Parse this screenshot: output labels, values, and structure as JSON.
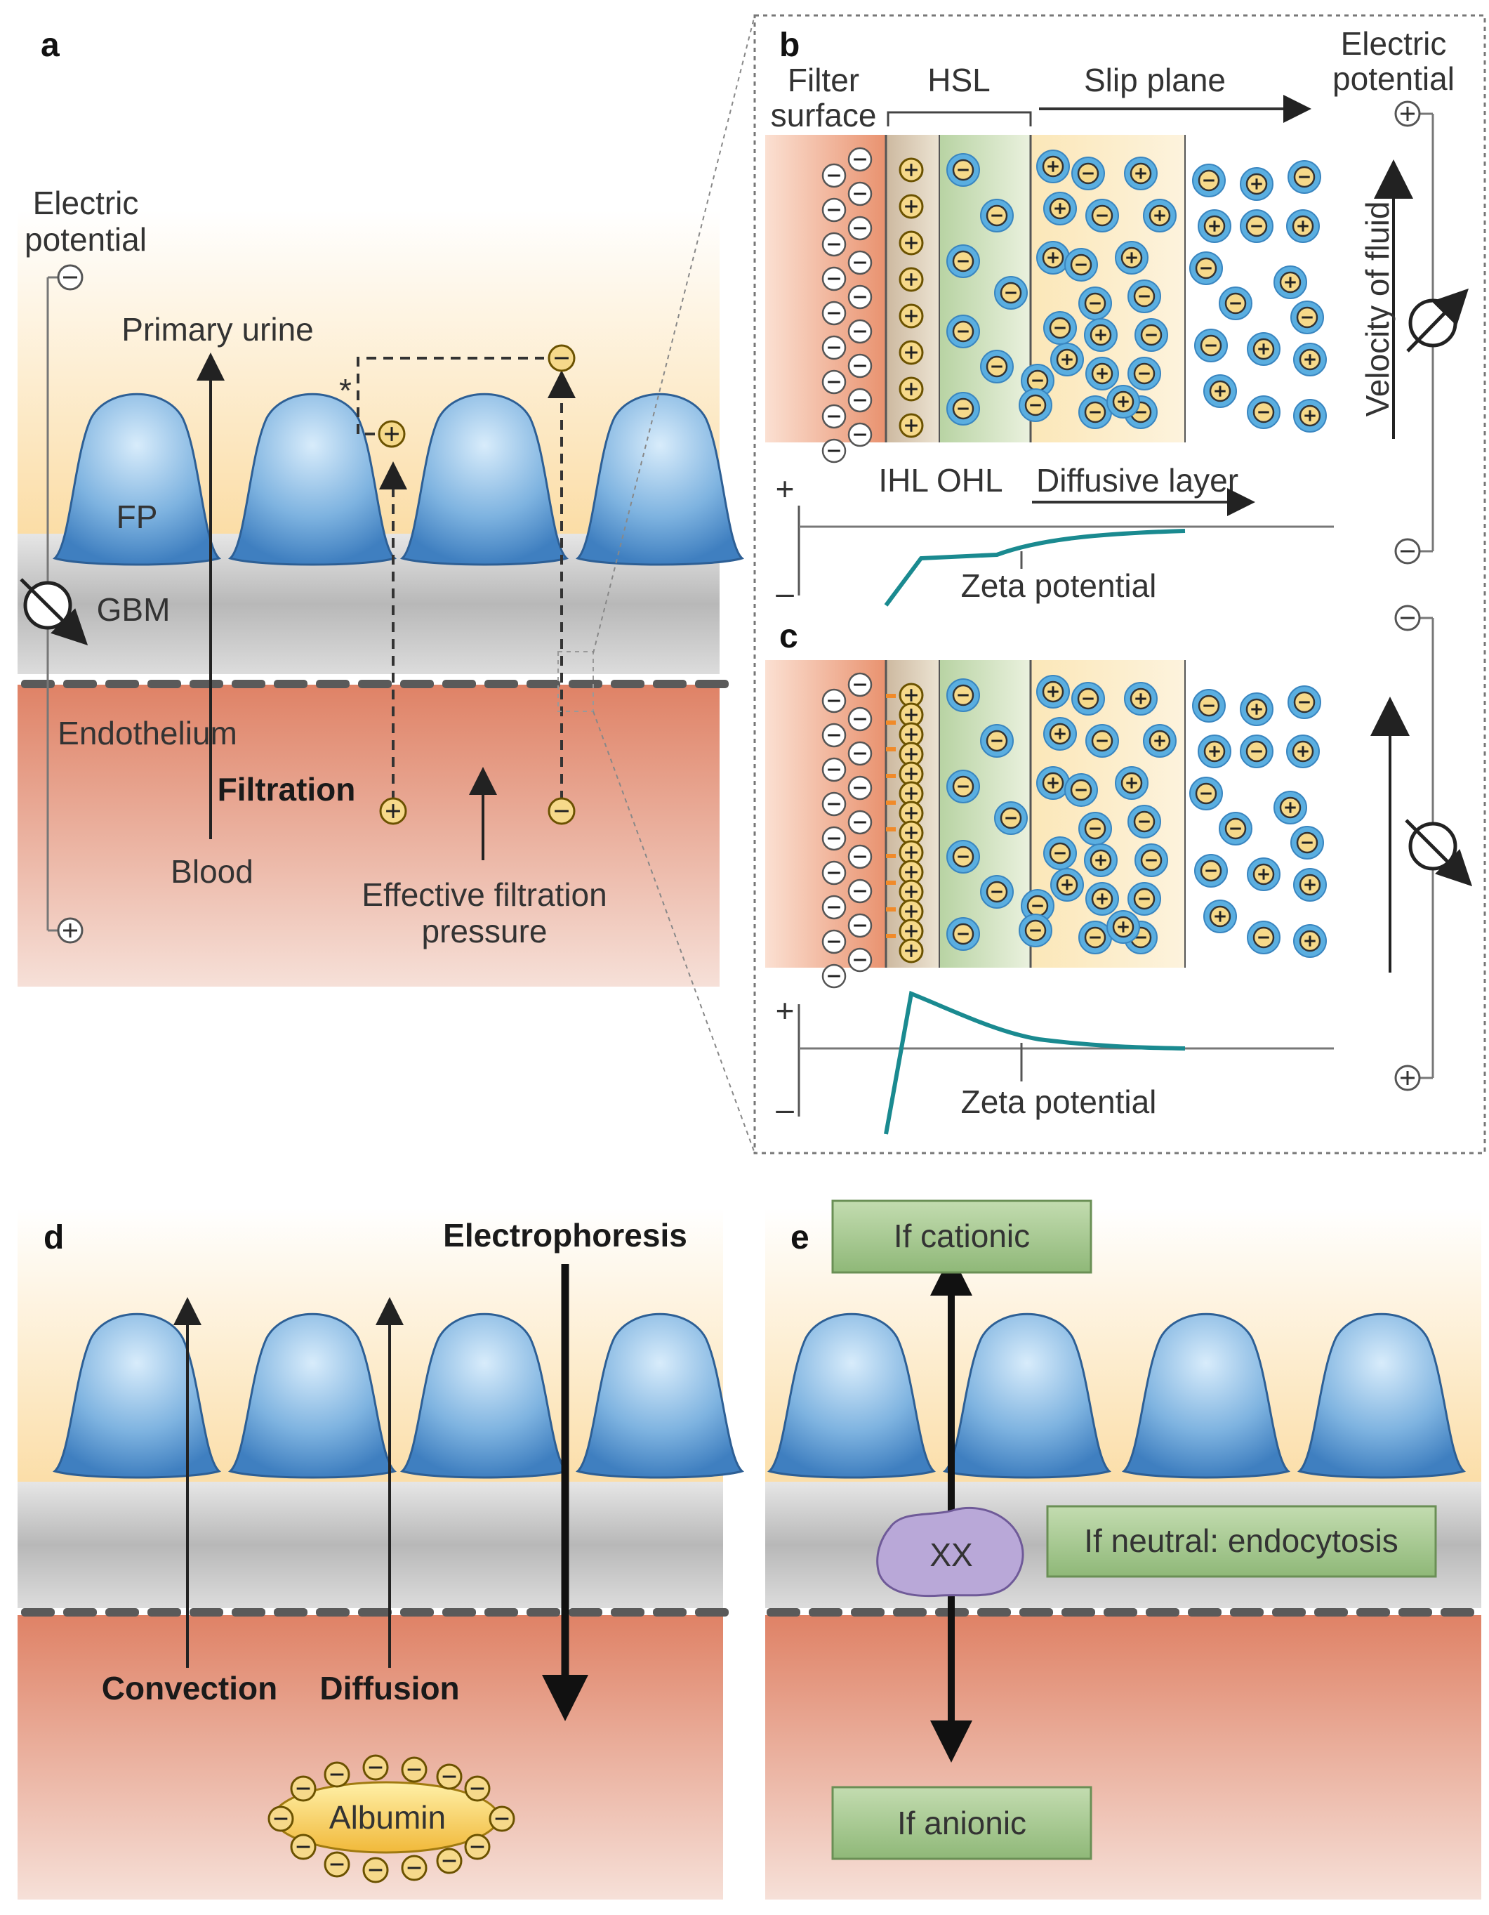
{
  "panels": {
    "a": {
      "letter": "a",
      "electric_potential": "Electric\npotential",
      "primary_urine": "Primary urine",
      "fp": "FP",
      "gbm": "GBM",
      "endothelium": "Endothelium",
      "filtration": "Filtration",
      "blood": "Blood",
      "effective_filtration_pressure": "Effective filtration\npressure",
      "asterisk": "*"
    },
    "b": {
      "letter": "b",
      "filter_surface": "Filter\nsurface",
      "hsl": "HSL",
      "slip_plane": "Slip plane",
      "electric_potential": "Electric\npotential",
      "ihl_ohl": "IHL OHL",
      "diffusive_layer": "Diffusive layer",
      "zeta_potential": "Zeta potential",
      "velocity_of_fluid": "Velocity of fluid",
      "plus": "+",
      "minus": "–"
    },
    "c": {
      "letter": "c",
      "zeta_potential": "Zeta potential",
      "plus": "+",
      "minus": "–"
    },
    "d": {
      "letter": "d",
      "electrophoresis": "Electrophoresis",
      "convection": "Convection",
      "diffusion": "Diffusion",
      "albumin": "Albumin"
    },
    "e": {
      "letter": "e",
      "if_cationic": "If cationic",
      "if_neutral": "If neutral: endocytosis",
      "if_anionic": "If anionic",
      "xx": "XX"
    }
  },
  "colors": {
    "urine": "#fbe3b8",
    "blood": "#df8a6e",
    "gbm": "#bdbdbd",
    "podocyte": "#6fa4d6",
    "ion_blue": "#5aaee0",
    "ion_fill": "#f6d98a",
    "zeta_curve": "#1a8a90",
    "label_box": "#9fc48a",
    "xx_box": "#b9a8d8"
  }
}
